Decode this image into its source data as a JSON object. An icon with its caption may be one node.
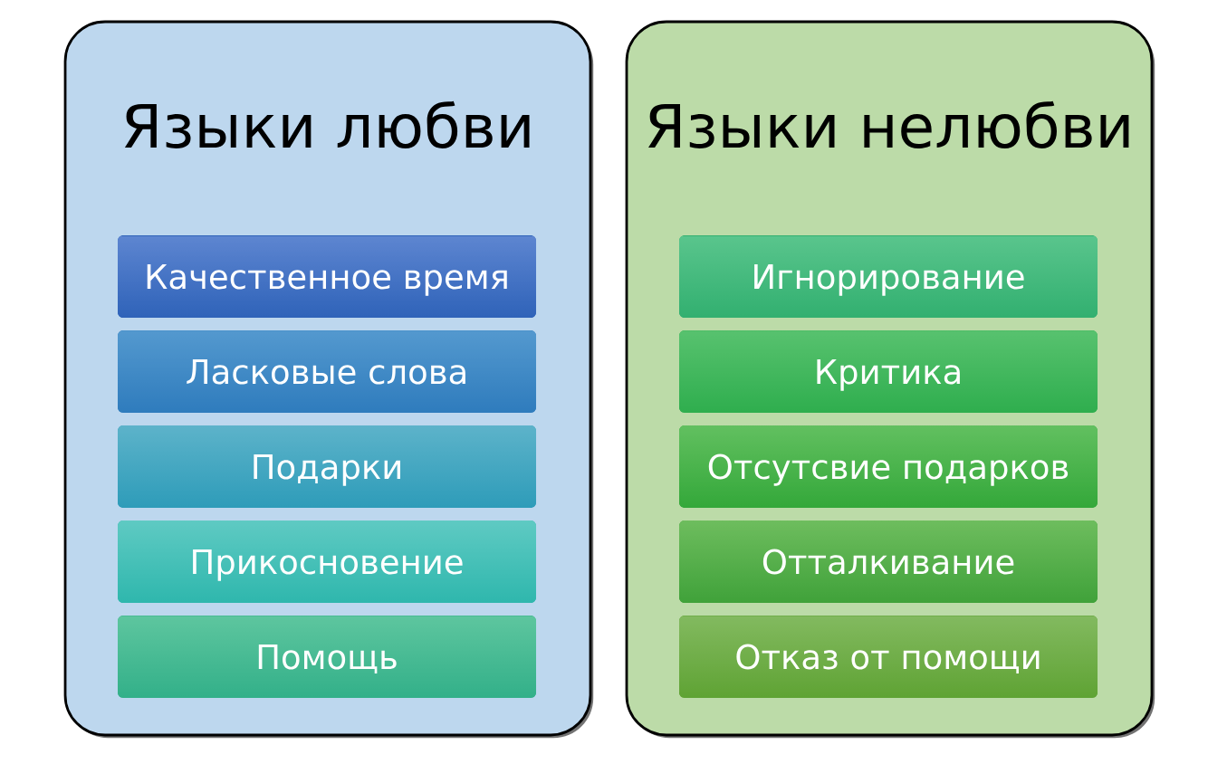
{
  "diagram": {
    "nodes": [
      {
        "text": [
          "Языки любви"
        ]
      },
      {
        "text": [
          "Качественное время"
        ],
        "in": 0
      },
      {
        "text": [
          "Ласковые слова"
        ],
        "in": 0
      },
      {
        "text": [
          "Подарки"
        ],
        "in": 0
      },
      {
        "text": [
          "Прикосновение"
        ],
        "in": 0
      },
      {
        "text": [
          "Помощь"
        ],
        "in": 0
      },
      {
        "text": [
          "Языки нелюбви"
        ]
      },
      {
        "text": [
          "Игнорирование"
        ],
        "in": 6
      },
      {
        "text": [
          "Критика"
        ],
        "in": 6
      },
      {
        "text": [
          "Отсутсвие подарков"
        ],
        "in": 6
      },
      {
        "text": [
          "Отталкивание"
        ],
        "in": 6
      },
      {
        "text": [
          "Отказ от помощи"
        ],
        "in": 6
      }
    ]
  }
}
